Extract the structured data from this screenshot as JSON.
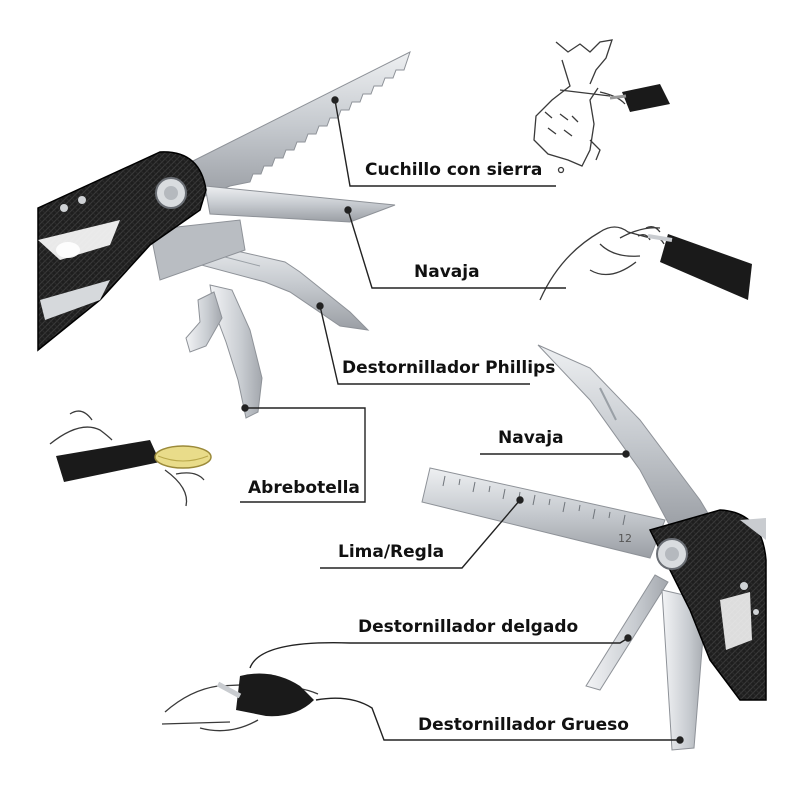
{
  "colors": {
    "handle": "#1c1c1c",
    "steel": "#c9ccd0",
    "steel_dark": "#8e9298",
    "line": "#222222",
    "sketch": "#3a3a3a",
    "cap": "#e9dc8a"
  },
  "labels": {
    "serrated_knife": "Cuchillo con sierra",
    "blade_top": "Navaja",
    "phillips": "Destornillador Phillips",
    "bottle_opener": "Abrebotella",
    "blade_bottom": "Navaja",
    "file_ruler": "Lima/Regla",
    "thin_screwdriver": "Destornillador delgado",
    "thick_screwdriver": "Destornillador Grueso"
  },
  "ruler_mark": "12"
}
